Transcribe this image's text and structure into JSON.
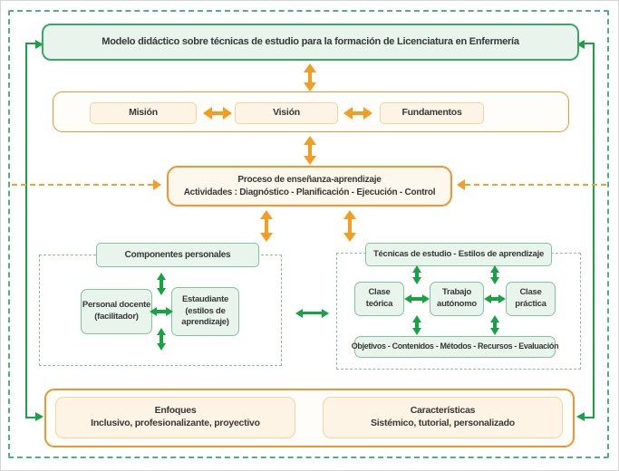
{
  "top_banner": {
    "label": "Modelo didáctico sobre técnicas de estudio para la formación de Licenciatura en Enfermería"
  },
  "pillars": {
    "items": [
      {
        "label": "Misión"
      },
      {
        "label": "Visión"
      },
      {
        "label": "Fundamentos"
      }
    ]
  },
  "process": {
    "line1": "Proceso de enseñanza-aprendizaje",
    "line2": "Actividades : Diagnóstico - Planificación - Ejecución - Control"
  },
  "personal_components": {
    "header": "Componentes personales",
    "teacher": {
      "line1": "Personal docente",
      "line2": "(facilitador)"
    },
    "student": {
      "line1": "Estaudiante",
      "line2": "(estilos de",
      "line3": "aprendizaje)"
    }
  },
  "study_techniques": {
    "header": "Técnicas de estudio - Estilos de aprendizaje",
    "boxes": [
      {
        "line1": "Clase",
        "line2": "teórica"
      },
      {
        "line1": "Trabajo",
        "line2": "autónomo"
      },
      {
        "line1": "Clase",
        "line2": "práctica"
      }
    ],
    "footer": "Objetivos - Contenidos - Métodos - Recursos - Evaluación"
  },
  "approaches": {
    "title": "Enfoques",
    "subtitle": "Inclusivo, profesionalizante, proyectivo"
  },
  "characteristics": {
    "title": "Características",
    "subtitle": "Sistémico, tutorial, personalizado"
  },
  "colors": {
    "green_border": "#3aa865",
    "green_fill": "#e8f4ec",
    "green_arrow": "#17a344",
    "section_dash": "#8abf9e",
    "outer_dash": "#4fb080",
    "orange_border": "#f0952f",
    "orange_arrow": "#f59d20",
    "cream_fill": "#fdf4e6",
    "cream_border": "#f5d2a0",
    "text": "#373737"
  }
}
